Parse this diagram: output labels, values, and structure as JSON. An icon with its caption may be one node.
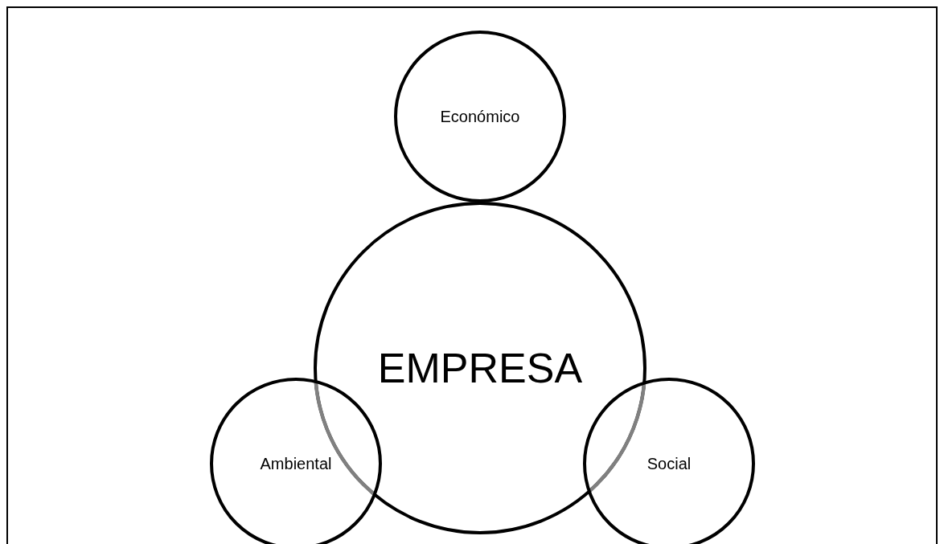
{
  "diagram": {
    "nodes": [
      {
        "text": [
          "EMPRESA"
        ]
      },
      {
        "text": [
          "Económico"
        ]
      },
      {
        "text": [
          "Ambiental"
        ]
      },
      {
        "text": [
          "Social"
        ]
      }
    ]
  }
}
